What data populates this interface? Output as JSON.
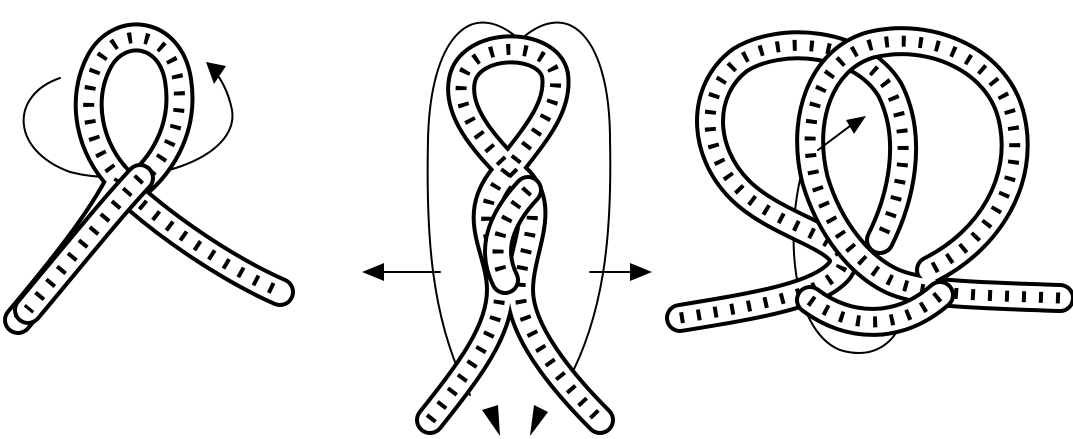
{
  "figure": {
    "panels": [
      {
        "id": "step-1",
        "description_icon": "rope-loop-icon",
        "arrow": "rotation-arrow"
      },
      {
        "id": "step-2",
        "description_icon": "rope-twisted-loop-icon",
        "arrow": "pull-apart-arrows"
      },
      {
        "id": "step-3",
        "description_icon": "rope-double-loop-knot-icon",
        "arrow": "insert-arrow"
      }
    ],
    "colors": {
      "ink": "#000000",
      "paper": "#ffffff"
    }
  }
}
